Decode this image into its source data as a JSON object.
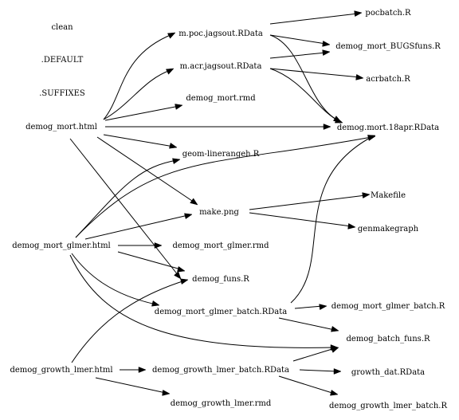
{
  "nodes": {
    "clean": "clean",
    "default": ".DEFAULT",
    "suffixes": ".SUFFIXES",
    "demog_mort_html": "demog_mort.html",
    "m_poc": "m.poc.jagsout.RData",
    "m_acr": "m.acr.jagsout.RData",
    "pocbatch": "pocbatch.R",
    "demog_mort_bugsfuns": "demog_mort_BUGSfuns.R",
    "acrbatch": "acrbatch.R",
    "demog_mort_rmd": "demog_mort.rmd",
    "demog_mort_18apr": "demog.mort.18apr.RData",
    "geom_linerangeh": "geom-linerangeh.R",
    "make_png": "make.png",
    "makefile": "Makefile",
    "genmakegraph": "genmakegraph",
    "demog_mort_glmer_html": "demog_mort_glmer.html",
    "demog_mort_glmer_rmd": "demog_mort_glmer.rmd",
    "demog_funs": "demog_funs.R",
    "demog_mort_glmer_batch_rdata": "demog_mort_glmer_batch.RData",
    "demog_mort_glmer_batch_r": "demog_mort_glmer_batch.R",
    "demog_batch_funs": "demog_batch_funs.R",
    "demog_growth_lmer_html": "demog_growth_lmer.html",
    "demog_growth_lmer_batch_rdata": "demog_growth_lmer_batch.RData",
    "growth_dat": "growth_dat.RData",
    "demog_growth_lmer_rmd": "demog_growth_lmer.rmd",
    "demog_growth_lmer_batch_r": "demog_growth_lmer_batch.R"
  },
  "edges": [
    [
      "demog_mort_html",
      "m_poc"
    ],
    [
      "demog_mort_html",
      "m_acr"
    ],
    [
      "demog_mort_html",
      "demog_mort_rmd"
    ],
    [
      "demog_mort_html",
      "demog_mort_18apr"
    ],
    [
      "demog_mort_html",
      "geom_linerangeh"
    ],
    [
      "demog_mort_html",
      "make_png"
    ],
    [
      "demog_mort_html",
      "demog_funs"
    ],
    [
      "m_poc",
      "pocbatch"
    ],
    [
      "m_poc",
      "demog_mort_bugsfuns"
    ],
    [
      "m_poc",
      "demog_mort_18apr"
    ],
    [
      "m_acr",
      "demog_mort_bugsfuns"
    ],
    [
      "m_acr",
      "acrbatch"
    ],
    [
      "m_acr",
      "demog_mort_18apr"
    ],
    [
      "make_png",
      "makefile"
    ],
    [
      "make_png",
      "genmakegraph"
    ],
    [
      "demog_mort_glmer_html",
      "geom_linerangeh"
    ],
    [
      "demog_mort_glmer_html",
      "demog_mort_18apr"
    ],
    [
      "demog_mort_glmer_html",
      "make_png"
    ],
    [
      "demog_mort_glmer_html",
      "demog_mort_glmer_rmd"
    ],
    [
      "demog_mort_glmer_html",
      "demog_funs"
    ],
    [
      "demog_mort_glmer_html",
      "demog_mort_glmer_batch_rdata"
    ],
    [
      "demog_mort_glmer_html",
      "demog_batch_funs"
    ],
    [
      "demog_mort_glmer_batch_rdata",
      "demog_mort_18apr"
    ],
    [
      "demog_mort_glmer_batch_rdata",
      "demog_mort_glmer_batch_r"
    ],
    [
      "demog_mort_glmer_batch_rdata",
      "demog_batch_funs"
    ],
    [
      "demog_growth_lmer_html",
      "demog_funs"
    ],
    [
      "demog_growth_lmer_html",
      "demog_growth_lmer_batch_rdata"
    ],
    [
      "demog_growth_lmer_html",
      "demog_growth_lmer_rmd"
    ],
    [
      "demog_growth_lmer_batch_rdata",
      "demog_batch_funs"
    ],
    [
      "demog_growth_lmer_batch_rdata",
      "growth_dat"
    ],
    [
      "demog_growth_lmer_batch_rdata",
      "demog_growth_lmer_batch_r"
    ]
  ]
}
